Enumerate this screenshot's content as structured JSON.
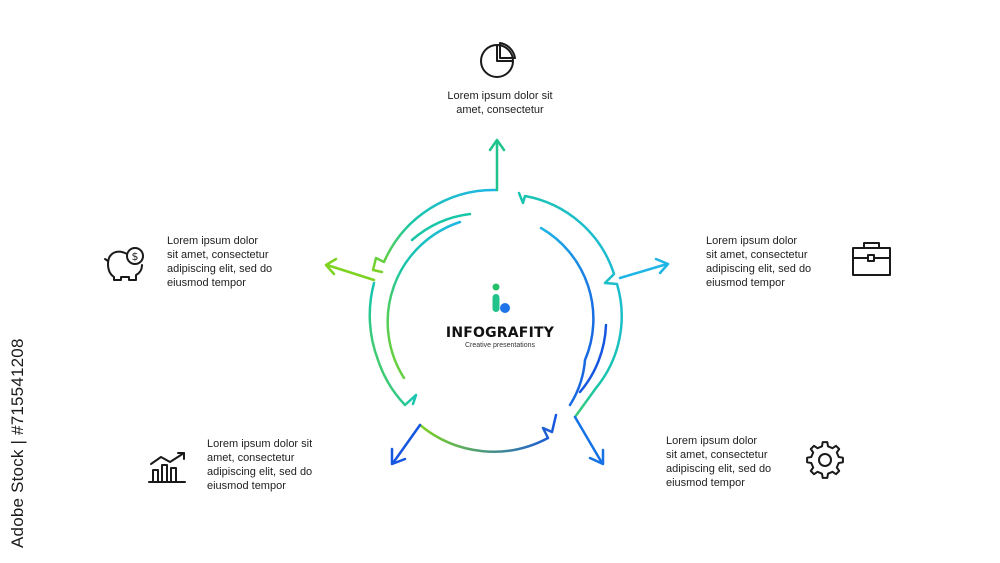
{
  "center": {
    "title": "INFOGRAFITY",
    "subtitle": "Creative presentations"
  },
  "steps": [
    {
      "icon": "pie-chart-icon",
      "lines": [
        "Lorem ipsum dolor sit",
        "amet, consectetur"
      ]
    },
    {
      "icon": "briefcase-icon",
      "lines": [
        "Lorem ipsum dolor",
        "sit amet, consectetur",
        "adipiscing elit, sed do",
        "eiusmod tempor"
      ]
    },
    {
      "icon": "gear-icon",
      "lines": [
        "Lorem ipsum dolor",
        "sit amet, consectetur",
        "adipiscing elit, sed do",
        "eiusmod tempor"
      ]
    },
    {
      "icon": "bar-chart-growth-icon",
      "lines": [
        "Lorem ipsum dolor sit",
        "amet, consectetur",
        "adipiscing elit, sed do",
        "eiusmod tempor"
      ]
    },
    {
      "icon": "piggy-bank-dollar-icon",
      "lines": [
        "Lorem ipsum dolor",
        "sit amet, consectetur",
        "adipiscing elit, sed do",
        "eiusmod tempor"
      ]
    }
  ],
  "colors": {
    "green": "#7ED321",
    "teal": "#19C6A8",
    "cyan": "#1FB6E6",
    "blue": "#1656E0",
    "icon_stroke": "#1a1a1a"
  },
  "watermark": "Adobe Stock | #715541208"
}
